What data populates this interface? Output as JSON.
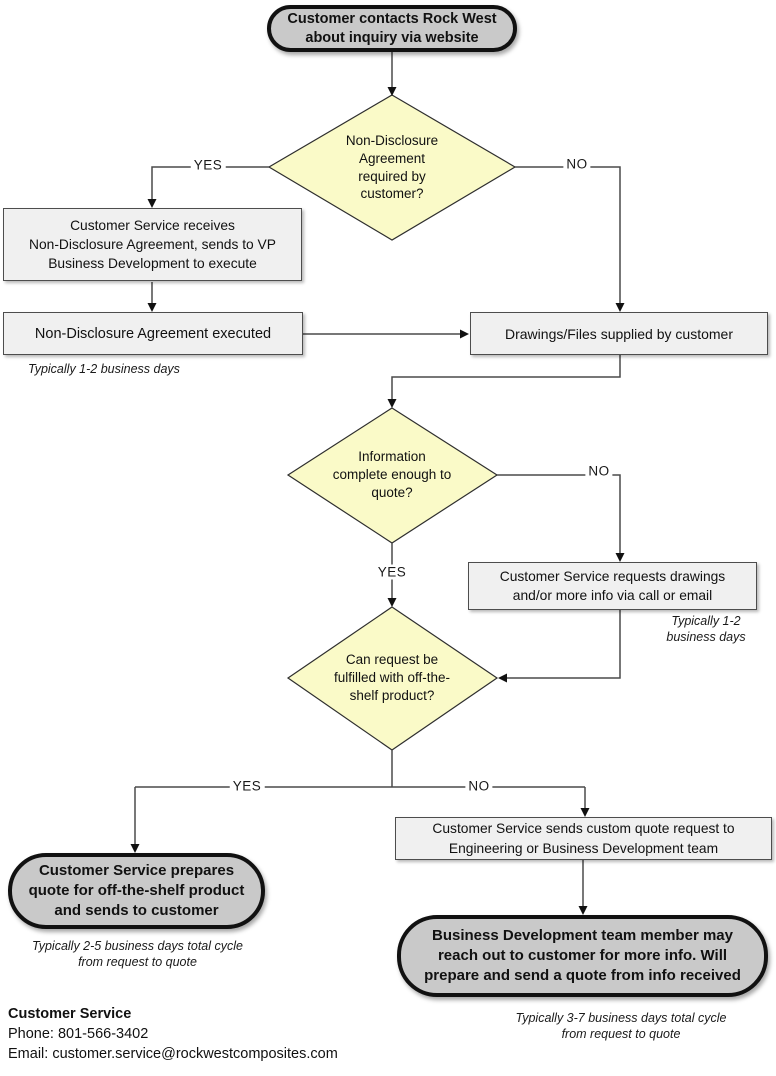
{
  "title": "Rock West customer inquiry / quote process flowchart",
  "nodes": {
    "start": {
      "text": "Customer contacts Rock West\nabout inquiry via website"
    },
    "decision_nda": {
      "text": "Non-Disclosure\nAgreement\nrequired by\ncustomer?"
    },
    "nda_receive": {
      "text": "Customer Service receives\nNon-Disclosure Agreement, sends to VP\nBusiness Development to execute"
    },
    "nda_executed": {
      "text": "Non-Disclosure Agreement executed"
    },
    "drawings": {
      "text": "Drawings/Files supplied by customer"
    },
    "decision_info": {
      "text": "Information\ncomplete enough to\nquote?"
    },
    "requests_info": {
      "text": "Customer Service requests drawings\nand/or more info via call or email"
    },
    "decision_shelf": {
      "text": "Can request be\nfulfilled with off-the-\nshelf product?"
    },
    "ots_quote": {
      "text": "Customer Service prepares\nquote for off-the-shelf product\nand sends to customer"
    },
    "custom_request": {
      "text": "Customer Service sends custom quote request to\nEngineering or Business Development team"
    },
    "bd_quote": {
      "text": "Business Development team member may\nreach out to customer for more info. Will\nprepare and send a quote from info received"
    }
  },
  "edge_labels": {
    "nda_yes": "YES",
    "nda_no": "NO",
    "info_no": "NO",
    "info_yes": "YES",
    "shelf_yes": "YES",
    "shelf_no": "NO"
  },
  "notes": {
    "nda": "Typically 1-2 business days",
    "requests": "Typically 1-2\nbusiness days",
    "ots": "Typically 2-5 business days total cycle\nfrom request to quote",
    "bd": "Typically 3-7 business days total cycle\nfrom request to quote"
  },
  "contact": {
    "title": "Customer Service",
    "phone": "Phone: 801-566-3402",
    "email": "Email: customer.service@rockwestcomposites.com"
  },
  "colors": {
    "terminator_fill": "#c9c9c9",
    "process_fill": "#f0f0f0",
    "decision_fill": "#fafac8",
    "line": "#4a4a4a"
  }
}
